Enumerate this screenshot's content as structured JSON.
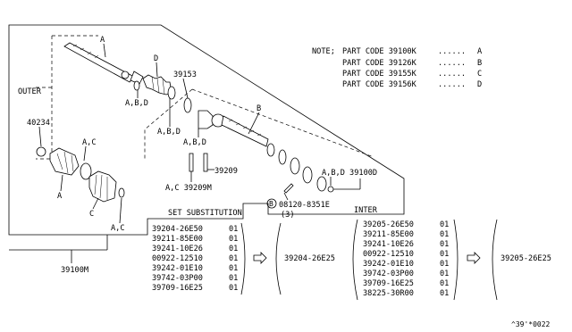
{
  "notes": {
    "title_prefix": "NOTE;",
    "rows": [
      {
        "text": "PART CODE 39100K",
        "dots": "......",
        "code": "A"
      },
      {
        "text": "PART CODE 39126K",
        "dots": "......",
        "code": "B"
      },
      {
        "text": "PART CODE 39155K",
        "dots": "......",
        "code": "C"
      },
      {
        "text": "PART CODE 39156K",
        "dots": "......",
        "code": "D"
      }
    ]
  },
  "labels": {
    "outer": "OUTER",
    "inter": "INTER",
    "shaft_a": "A",
    "boot_d": "D",
    "p39153": "39153",
    "abd_1": "A,B,D",
    "abd_2": "A,B,D",
    "b_top": "B",
    "abd_3": "A,B,D",
    "abd_4": "A,B,D",
    "p39209": "39209",
    "ac_39209m": "A,C 39209M",
    "abd_39100d": "A,B,D 39100D",
    "bolt_circle": "B",
    "bolt_code": "08120-8351E",
    "bolt_qty": "(3)",
    "p40234": "40234",
    "ac_1": "A,C",
    "a_outer": "A",
    "c_boot": "C",
    "ac_2": "A,C",
    "assembly": "39100M",
    "catalog_ref": "^39'*0022"
  },
  "substitution": {
    "title": "SET SUBSTITUTION",
    "group1": {
      "items": [
        {
          "part": "39204-26E50",
          "qty": "01"
        },
        {
          "part": "39211-85E00",
          "qty": "01"
        },
        {
          "part": "39241-10E26",
          "qty": "01"
        },
        {
          "part": "00922-12510",
          "qty": "01"
        },
        {
          "part": "39242-01E10",
          "qty": "01"
        },
        {
          "part": "39742-03P00",
          "qty": "01"
        },
        {
          "part": "39709-16E25",
          "qty": "01"
        }
      ],
      "result": "39204-26E25"
    },
    "group2": {
      "items": [
        {
          "part": "39205-26E50",
          "qty": "01"
        },
        {
          "part": "39211-85E00",
          "qty": "01"
        },
        {
          "part": "39241-10E26",
          "qty": "01"
        },
        {
          "part": "00922-12510",
          "qty": "01"
        },
        {
          "part": "39242-01E10",
          "qty": "01"
        },
        {
          "part": "39742-03P00",
          "qty": "01"
        },
        {
          "part": "39709-16E25",
          "qty": "01"
        },
        {
          "part": "38225-30R00",
          "qty": "01"
        }
      ],
      "result": "39205-26E25"
    }
  }
}
